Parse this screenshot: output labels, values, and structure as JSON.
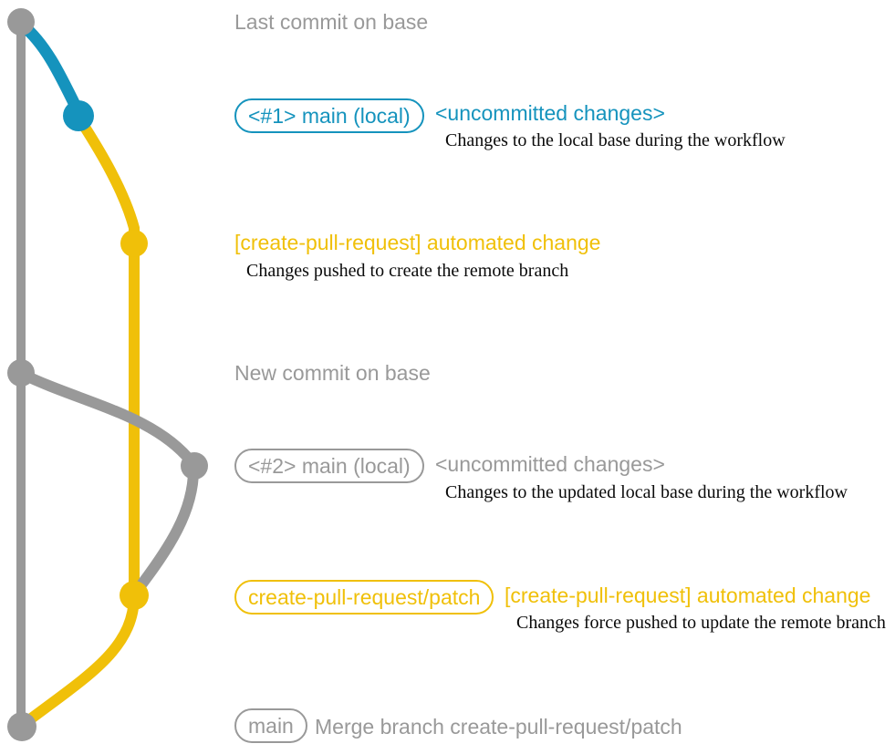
{
  "colors": {
    "gray": "#999999",
    "blue": "#1593bd",
    "yellow": "#f0c009",
    "ink": "#0a0a0a",
    "background": "#ffffff"
  },
  "graph": {
    "nodes": [
      {
        "id": "base-tip",
        "branch": "base",
        "color": "gray"
      },
      {
        "id": "local-commit-1",
        "branch": "main (local)",
        "color": "blue"
      },
      {
        "id": "remote-commit-1",
        "branch": "create-pull-request/patch",
        "color": "yellow"
      },
      {
        "id": "base-new-commit",
        "branch": "base",
        "color": "gray"
      },
      {
        "id": "local-commit-2",
        "branch": "main (local)",
        "color": "gray"
      },
      {
        "id": "remote-commit-2",
        "branch": "create-pull-request/patch",
        "color": "yellow"
      },
      {
        "id": "merge-commit",
        "branch": "base",
        "color": "gray"
      }
    ]
  },
  "events": {
    "last_commit": {
      "title": "Last commit on base"
    },
    "local_1": {
      "badge": "<#1> main (local)",
      "status": "<uncommitted changes>",
      "description": "Changes to the local base during the workflow"
    },
    "push_1": {
      "title": "[create-pull-request] automated change",
      "description": "Changes pushed to create the remote branch"
    },
    "new_commit": {
      "title": "New commit on base"
    },
    "local_2": {
      "badge": "<#2> main (local)",
      "status": "<uncommitted changes>",
      "description": "Changes to the updated local base during the workflow"
    },
    "push_2": {
      "badge": "create-pull-request/patch",
      "title": "[create-pull-request] automated change",
      "description": "Changes force pushed to update the remote branch"
    },
    "merge": {
      "badge": "main",
      "title": "Merge branch create-pull-request/patch"
    }
  }
}
